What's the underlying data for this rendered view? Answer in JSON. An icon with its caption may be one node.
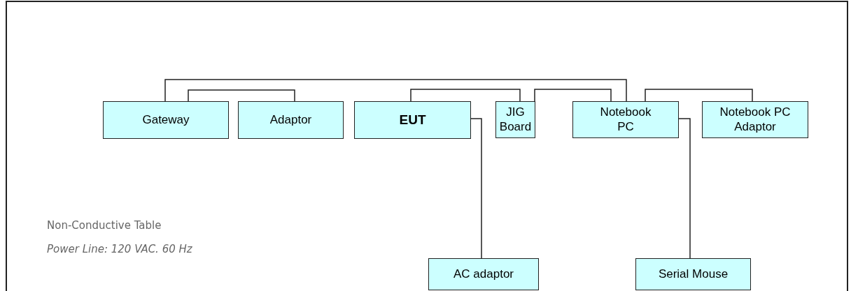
{
  "diagram": {
    "nodes": [
      {
        "text": [
          "Non-Conductive Table",
          "Power Line: 120 VAC. 60 Hz"
        ]
      },
      {
        "text": [
          "Gateway"
        ],
        "in": 0
      },
      {
        "text": [
          "Adaptor"
        ],
        "in": 0
      },
      {
        "text": [
          "EUT"
        ],
        "in": 0
      },
      {
        "text": [
          "JIG Board"
        ],
        "in": 0
      },
      {
        "text": [
          "Notebook PC"
        ],
        "in": 0
      },
      {
        "text": [
          "Notebook PC Adaptor"
        ],
        "in": 0
      },
      {
        "text": [
          "AC adaptor"
        ],
        "in": 0
      },
      {
        "text": [
          "Serial Mouse"
        ],
        "in": 0
      }
    ],
    "edges": [
      {
        "from": 1,
        "to": 5,
        "arrow": "none"
      },
      {
        "from": 1,
        "to": 2,
        "arrow": "none"
      },
      {
        "from": 3,
        "to": 4,
        "arrow": "none"
      },
      {
        "from": 4,
        "to": 5,
        "arrow": "none"
      },
      {
        "from": 5,
        "to": 6,
        "arrow": "none"
      },
      {
        "from": 3,
        "to": 7,
        "arrow": "none"
      },
      {
        "from": 5,
        "to": 8,
        "arrow": "none"
      }
    ]
  }
}
